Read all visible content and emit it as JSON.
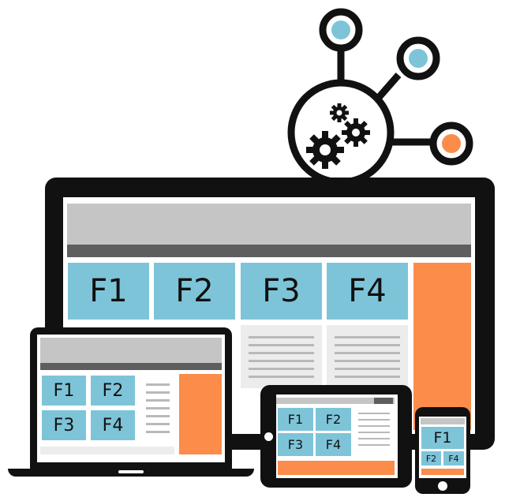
{
  "colors": {
    "frame": "#111111",
    "tile": "#7ec4d9",
    "accent": "#fb8c4a",
    "header": "#c5c5c5",
    "nav": "#5e5e5e",
    "text_block": "#ececec",
    "text_line": "#b9b9b9"
  },
  "icons": {
    "hub": "gears-icon",
    "nodes": [
      "node-blue-icon",
      "node-blue-icon",
      "node-orange-icon"
    ]
  },
  "monitor": {
    "features": [
      "F1",
      "F2",
      "F3",
      "F4"
    ]
  },
  "laptop": {
    "features": [
      "F1",
      "F2",
      "F3",
      "F4"
    ]
  },
  "tablet": {
    "features": [
      "F1",
      "F2",
      "F3",
      "F4"
    ]
  },
  "phone": {
    "features": [
      "F1",
      "F2",
      "F4"
    ]
  }
}
